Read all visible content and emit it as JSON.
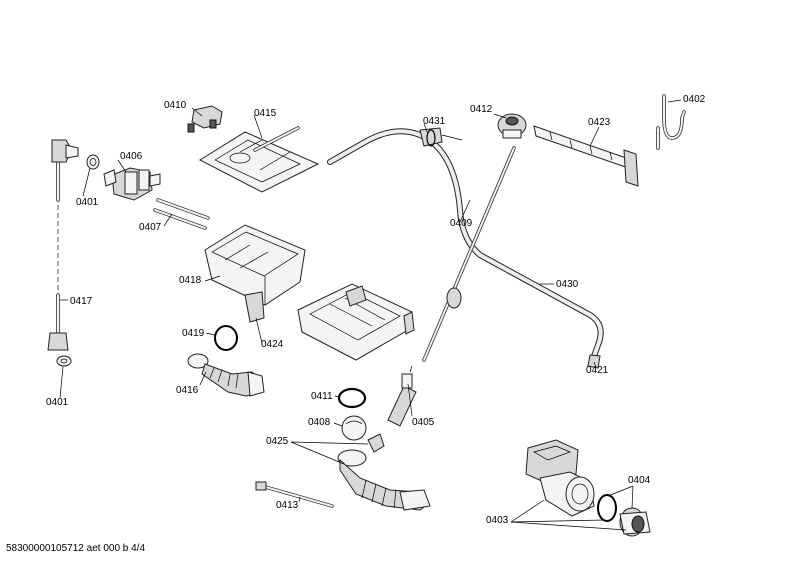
{
  "diagram": {
    "labels": {
      "p0410": "0410",
      "p0415": "0415",
      "p0406": "0406",
      "p0401a": "0401",
      "p0407": "0407",
      "p0418": "0418",
      "p0417": "0417",
      "p0419": "0419",
      "p0424": "0424",
      "p0416": "0416",
      "p0401b": "0401",
      "p0431": "0431",
      "p0412": "0412",
      "p0423": "0423",
      "p0402": "0402",
      "p0409": "0409",
      "p0430": "0430",
      "p0421": "0421",
      "p0411": "0411",
      "p0405": "0405",
      "p0408": "0408",
      "p0425": "0425",
      "p0413": "0413",
      "p0404": "0404",
      "p0403": "0403"
    },
    "footer": "58300000105712 aet 000 b 4/4"
  }
}
